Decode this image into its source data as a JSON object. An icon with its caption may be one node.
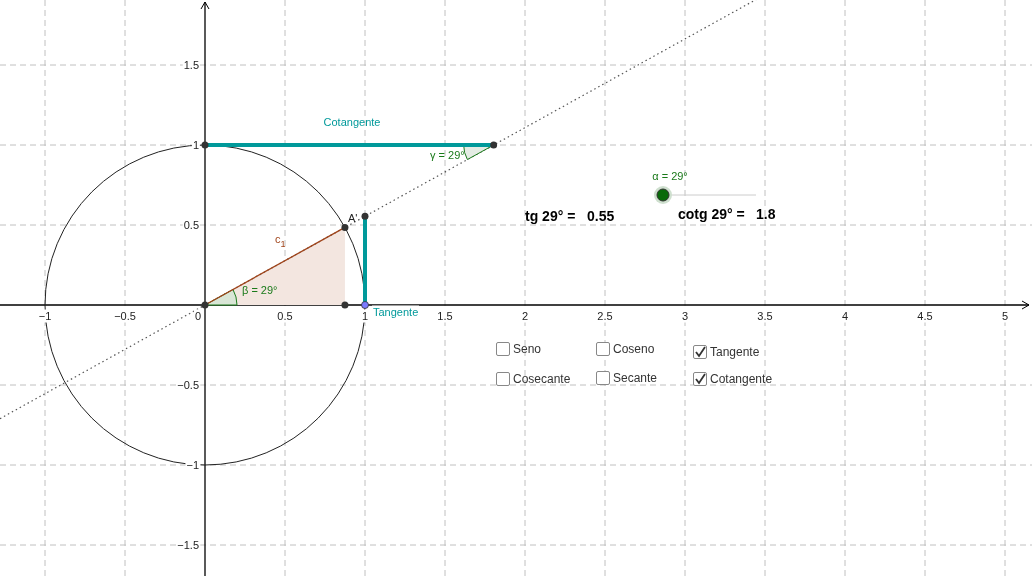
{
  "diagram": {
    "labels": [
      "1.5",
      "Cotangente",
      "1",
      "α = 29°",
      "γ = 29°",
      "A'",
      "tg 29° =",
      "0.55",
      "cotg 29° =",
      "1.8",
      "0.5",
      "c$_{1}$",
      "β = 29°",
      "−1",
      "−0.5",
      "0",
      "0.5",
      "1",
      "Tangente",
      "1.5",
      "2",
      "2.5",
      "3",
      "3.5",
      "4",
      "4.5",
      "5",
      "Seno",
      "Coseno",
      "Tangente",
      "Cosecante",
      "Secante",
      "Cotangente",
      "−0.5",
      "−1",
      "−1.5"
    ]
  }
}
